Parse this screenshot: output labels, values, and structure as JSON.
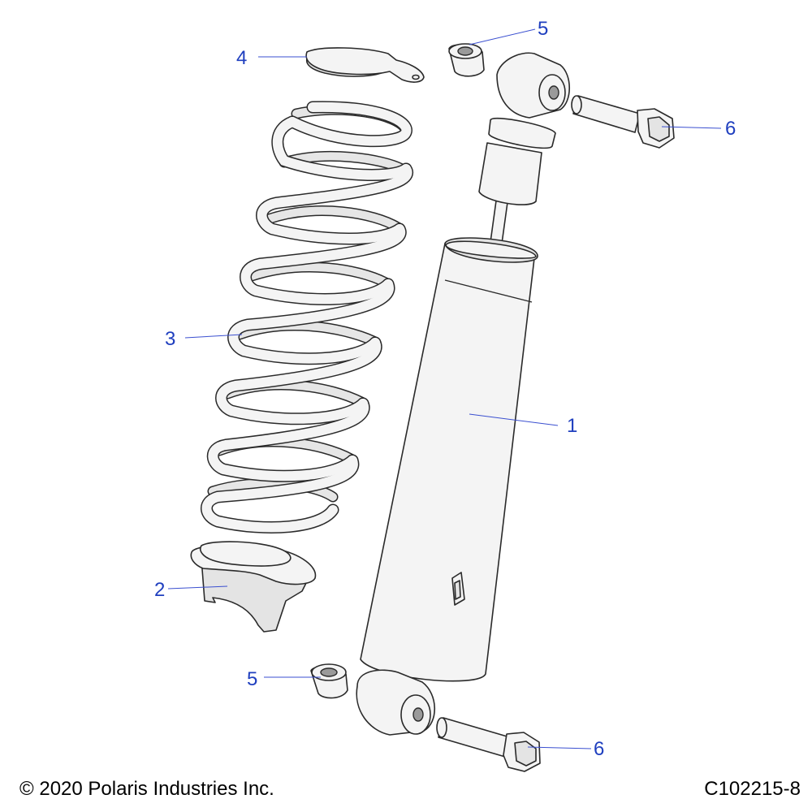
{
  "callouts": {
    "shock": "1",
    "lower_spring_seat": "2",
    "spring": "3",
    "upper_spring_retainer": "4",
    "bushing_upper": "5",
    "bushing_lower": "5",
    "bolt_upper": "6",
    "bolt_lower": "6"
  },
  "footer": {
    "copyright": "© 2020 Polaris Industries Inc.",
    "drawing_id": "C102215-8"
  }
}
